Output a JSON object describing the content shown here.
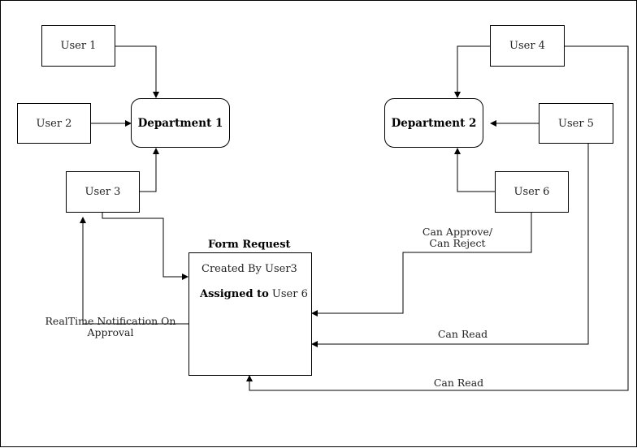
{
  "users": {
    "u1": "User 1",
    "u2": "User 2",
    "u3": "User 3",
    "u4": "User 4",
    "u5": "User 5",
    "u6": "User 6"
  },
  "departments": {
    "d1": "Department 1",
    "d2": "Department 2"
  },
  "form": {
    "title": "Form Request",
    "created_by": "Created By User3",
    "assigned_prefix": "Assigned to",
    "assigned_user": " User 6"
  },
  "edge_labels": {
    "approve_line1": "Can Approve/",
    "approve_line2": "Can Reject",
    "can_read_1": "Can Read",
    "can_read_2": "Can Read",
    "notify_line1": "RealTime Notification On",
    "notify_line2": "Approval"
  }
}
